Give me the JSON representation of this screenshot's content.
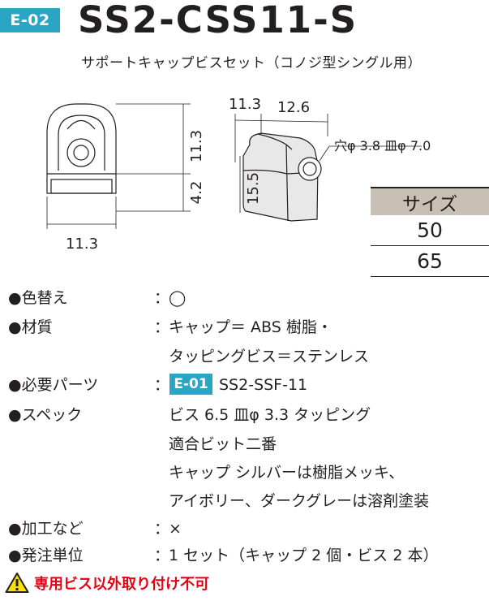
{
  "header": {
    "code_badge": "E-02",
    "title": "SS2-CSS11-S",
    "subtitle": "サポートキャップビスセット（コノジ型シングル用）"
  },
  "drawing": {
    "front": {
      "height_top": "11.3",
      "height_bottom": "4.2",
      "width": "11.3"
    },
    "side": {
      "width_left": "11.3",
      "width_right": "12.6",
      "height": "15.5",
      "hole": "穴φ 3.8 皿φ 7.0"
    }
  },
  "size_table": {
    "header": "サイズ",
    "rows": [
      "50",
      "65"
    ]
  },
  "specs": {
    "color": {
      "label": "●色替え",
      "colon": "：",
      "value": "◯"
    },
    "material": {
      "label": "●材質",
      "colon": "：",
      "value_1": "キャップ＝ ABS 樹脂・",
      "value_2": "タッピングビス＝ステンレス"
    },
    "parts": {
      "label": "●必要パーツ",
      "colon": "：",
      "badge": "E-01",
      "value": "SS2-SSF-11"
    },
    "spec": {
      "label": "●スペック",
      "value_1": "ビス 6.5 皿φ 3.3 タッピング",
      "value_2": "適合ビット二番",
      "value_3": "キャップ シルバーは樹脂メッキ、",
      "value_4": "アイボリー、ダークグレーは溶剤塗装"
    },
    "processing": {
      "label": "●加工など",
      "colon": "：",
      "value": "×"
    },
    "order_unit": {
      "label": "●発注単位",
      "colon": "：",
      "value": "1 セット（キャップ 2 個・ビス 2 本）"
    }
  },
  "warning": {
    "text": "専用ビス以外取り付け不可"
  },
  "colors": {
    "badge": "#2aa6c4",
    "table_header": "#c8bfb5",
    "warning": "#e60012"
  }
}
